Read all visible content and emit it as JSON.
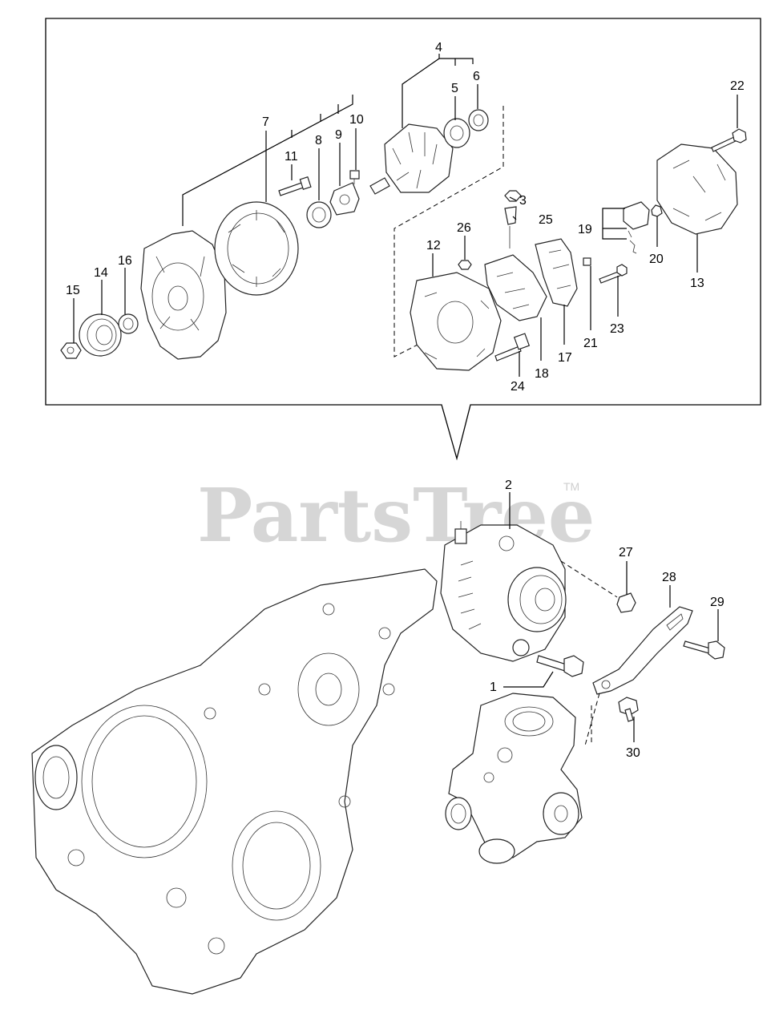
{
  "watermark": {
    "text": "PartsTree",
    "tm": "TM"
  },
  "callouts": {
    "c1": "1",
    "c2": "2",
    "c3": "3",
    "c4": "4",
    "c5": "5",
    "c6": "6",
    "c7": "7",
    "c8": "8",
    "c9": "9",
    "c10": "10",
    "c11": "11",
    "c12": "12",
    "c13": "13",
    "c14": "14",
    "c15": "15",
    "c16": "16",
    "c17": "17",
    "c18": "18",
    "c19": "19",
    "c20": "20",
    "c21": "21",
    "c22": "22",
    "c23": "23",
    "c24": "24",
    "c25": "25",
    "c26": "26",
    "c27": "27",
    "c28": "28",
    "c29": "29",
    "c30": "30"
  }
}
